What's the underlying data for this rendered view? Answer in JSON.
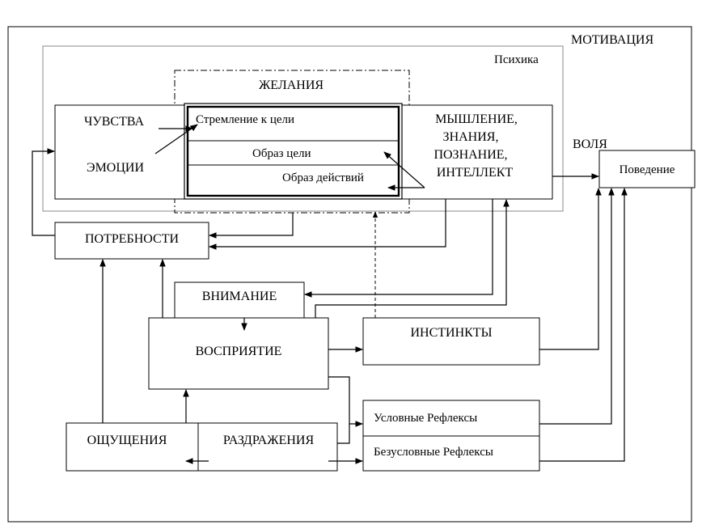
{
  "labels": {
    "motivation": "МОТИВАЦИЯ",
    "psyche": "Психика",
    "desires": "ЖЕЛАНИЯ",
    "feelings": "ЧУВСТВА",
    "emotions": "ЭМОЦИИ",
    "goal_striving": "Стремление к цели",
    "goal_image": "Образ цели",
    "action_image": "Образ действий",
    "thinking": [
      "МЫШЛЕНИЕ,",
      "ЗНАНИЯ,",
      "ПОЗНАНИЕ,",
      "ИНТЕЛЛЕКТ"
    ],
    "will": "ВОЛЯ",
    "behavior": "Поведение",
    "needs": "ПОТРЕБНОСТИ",
    "attention": "ВНИМАНИЕ",
    "perception": "ВОСПРИЯТИЕ",
    "instincts": "ИНСТИНКТЫ",
    "conditioned_reflexes": "Условные Рефлексы",
    "unconditioned_reflexes": "Безусловные Рефлексы",
    "sensations": "ОЩУЩЕНИЯ",
    "irritations": "РАЗДРАЖЕНИЯ"
  }
}
